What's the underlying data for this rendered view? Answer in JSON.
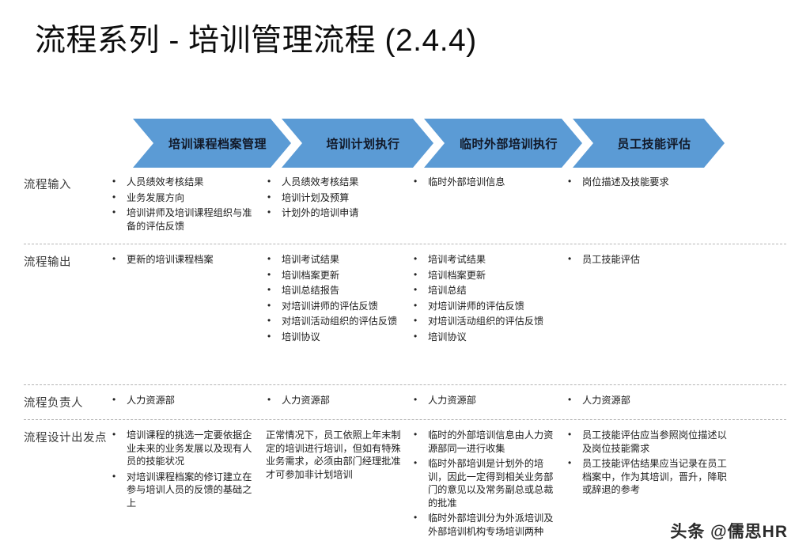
{
  "slide": {
    "title": "流程系列 - 培训管理流程 (2.4.4)",
    "watermark": "头条 @儒思HR",
    "accent_color": "#5B9BD5",
    "separator_color": "#B5B5B5"
  },
  "phases": [
    {
      "label": "培训课程档案管理"
    },
    {
      "label": "培训计划执行"
    },
    {
      "label": "临时外部培训执行"
    },
    {
      "label": "员工技能评估"
    }
  ],
  "rows": [
    {
      "label": "流程输入",
      "cells": [
        {
          "items": [
            "人员绩效考核结果",
            "业务发展方向",
            "培训讲师及培训课程组织与准备的评估反馈"
          ]
        },
        {
          "items": [
            "人员绩效考核结果",
            "培训计划及预算",
            "计划外的培训申请"
          ]
        },
        {
          "items": [
            "临时外部培训信息"
          ]
        },
        {
          "items": [
            "岗位描述及技能要求"
          ]
        }
      ]
    },
    {
      "label": "流程输出",
      "cells": [
        {
          "items": [
            "更新的培训课程档案"
          ]
        },
        {
          "items": [
            "培训考试结果",
            "培训档案更新",
            "培训总结报告",
            "对培训讲师的评估反馈",
            "对培训活动组织的评估反馈",
            "培训协议"
          ]
        },
        {
          "items": [
            "培训考试结果",
            "培训档案更新",
            "培训总结",
            "对培训讲师的评估反馈",
            "对培训活动组织的评估反馈",
            "培训协议"
          ]
        },
        {
          "items": [
            "员工技能评估"
          ]
        }
      ]
    },
    {
      "label": "流程负责人",
      "cells": [
        {
          "items": [
            "人力资源部"
          ]
        },
        {
          "items": [
            "人力资源部"
          ]
        },
        {
          "items": [
            "人力资源部"
          ]
        },
        {
          "items": [
            "人力资源部"
          ]
        }
      ]
    },
    {
      "label": "流程设计出发点",
      "cells": [
        {
          "items": [
            "培训课程的挑选一定要依据企业未来的业务发展以及现有人员的技能状况",
            "对培训课程档案的修订建立在参与培训人员的反馈的基础之上"
          ]
        },
        {
          "items": [
            "正常情况下，员工依照上年末制定的培训进行培训，但如有特殊业务需求，必须由部门经理批准才可参加非计划培训"
          ],
          "no_bullets": true
        },
        {
          "items": [
            "临时的外部培训信息由人力资源部同一进行收集",
            "临时外部培训是计划外的培训，因此一定得到相关业务部门的意见以及常务副总或总裁的批准",
            "临时外部培训分为外派培训及外部培训机构专场培训两种"
          ]
        },
        {
          "items": [
            "员工技能评估应当参照岗位描述以及岗位技能需求",
            "员工技能评估结果应当记录在员工档案中，作为其培训，晋升，降职或辞退的参考"
          ]
        }
      ]
    }
  ]
}
